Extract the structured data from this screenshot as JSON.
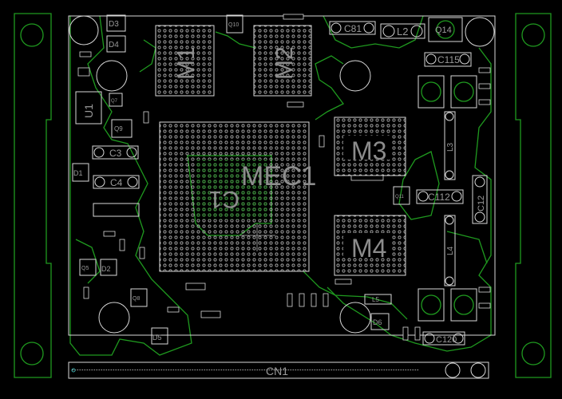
{
  "board": {
    "colors": {
      "background": "#000000",
      "silkscreen": "#d8d8d8",
      "copper_outline": "#1f9a1f",
      "label": "#8c8c8c"
    },
    "designators": {
      "d3": "D3",
      "d4": "D4",
      "u1": "U1",
      "q7": "Q7",
      "q9": "Q9",
      "c3": "C3",
      "d1": "D1",
      "c4": "C4",
      "m1": "M1",
      "m2": "M2",
      "q10": "Q10",
      "mec1": "MEC1",
      "c1": "C1",
      "c81": "C81",
      "l2": "L2",
      "q14": "Q14",
      "c115": "C115",
      "m3": "M3",
      "l3": "L3",
      "c112": "C112",
      "c12": "C12",
      "q11": "Q11",
      "m4": "M4",
      "l4": "L4",
      "q5": "Q5",
      "d2": "D2",
      "d5": "D5",
      "q8": "Q8",
      "d6": "D6",
      "l5": "L5",
      "c120": "C120",
      "cn1": "CN1"
    }
  }
}
